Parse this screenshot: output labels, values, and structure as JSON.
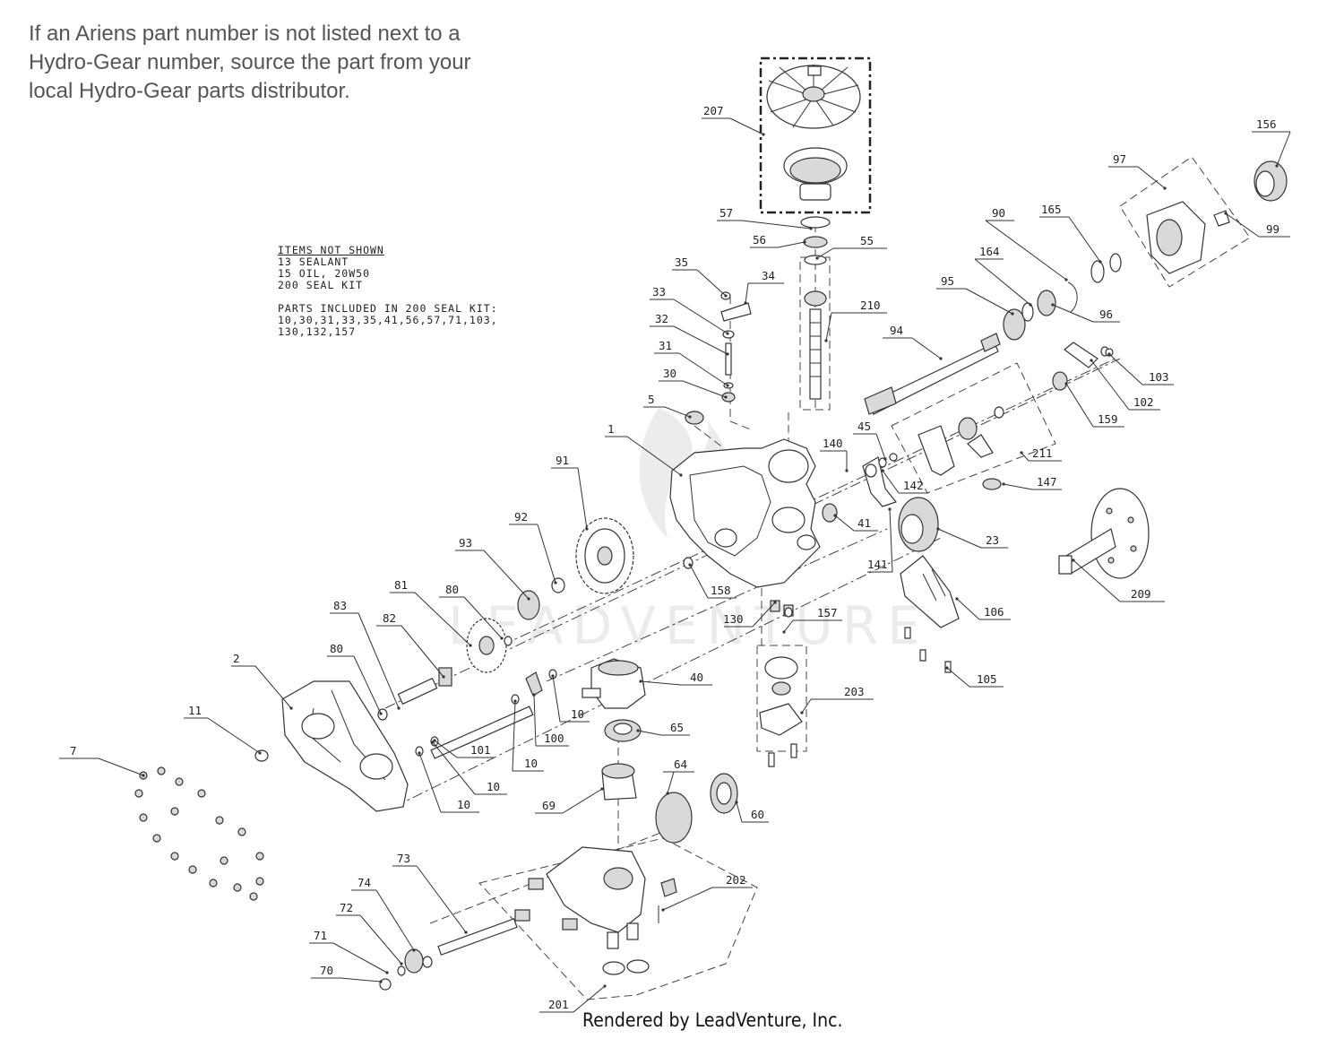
{
  "note": {
    "lines": [
      "If an Ariens part number is not listed next to a",
      "Hydro-Gear number, source the part from your",
      "local Hydro-Gear parts distributor."
    ]
  },
  "items_not_shown": {
    "lines": [
      "ITEMS NOT SHOWN",
      "13 SEALANT",
      "15 OIL, 20W50",
      "200 SEAL KIT",
      "PARTS INCLUDED IN 200 SEAL KIT:",
      "10,30,31,33,35,41,56,57,71,103,",
      "130,132,157"
    ]
  },
  "footer": "Rendered by LeadVenture, Inc.",
  "watermark": "LEADVENTURE",
  "callouts": [
    {
      "label": "207"
    },
    {
      "label": "57"
    },
    {
      "label": "56"
    },
    {
      "label": "55"
    },
    {
      "label": "210"
    },
    {
      "label": "35"
    },
    {
      "label": "34"
    },
    {
      "label": "33"
    },
    {
      "label": "32"
    },
    {
      "label": "31"
    },
    {
      "label": "30"
    },
    {
      "label": "5"
    },
    {
      "label": "1"
    },
    {
      "label": "91"
    },
    {
      "label": "92"
    },
    {
      "label": "93"
    },
    {
      "label": "81"
    },
    {
      "label": "80"
    },
    {
      "label": "83"
    },
    {
      "label": "82"
    },
    {
      "label": "80"
    },
    {
      "label": "2"
    },
    {
      "label": "11"
    },
    {
      "label": "7"
    },
    {
      "label": "101"
    },
    {
      "label": "10"
    },
    {
      "label": "10"
    },
    {
      "label": "10"
    },
    {
      "label": "10"
    },
    {
      "label": "100"
    },
    {
      "label": "40"
    },
    {
      "label": "65"
    },
    {
      "label": "64"
    },
    {
      "label": "60"
    },
    {
      "label": "69"
    },
    {
      "label": "73"
    },
    {
      "label": "74"
    },
    {
      "label": "72"
    },
    {
      "label": "71"
    },
    {
      "label": "70"
    },
    {
      "label": "201"
    },
    {
      "label": "202"
    },
    {
      "label": "203"
    },
    {
      "label": "130"
    },
    {
      "label": "157"
    },
    {
      "label": "158"
    },
    {
      "label": "140"
    },
    {
      "label": "45"
    },
    {
      "label": "142"
    },
    {
      "label": "41"
    },
    {
      "label": "141"
    },
    {
      "label": "23"
    },
    {
      "label": "106"
    },
    {
      "label": "105"
    },
    {
      "label": "209"
    },
    {
      "label": "147"
    },
    {
      "label": "211"
    },
    {
      "label": "159"
    },
    {
      "label": "102"
    },
    {
      "label": "103"
    },
    {
      "label": "94"
    },
    {
      "label": "95"
    },
    {
      "label": "164"
    },
    {
      "label": "90"
    },
    {
      "label": "165"
    },
    {
      "label": "96"
    },
    {
      "label": "97"
    },
    {
      "label": "99"
    },
    {
      "label": "156"
    }
  ]
}
